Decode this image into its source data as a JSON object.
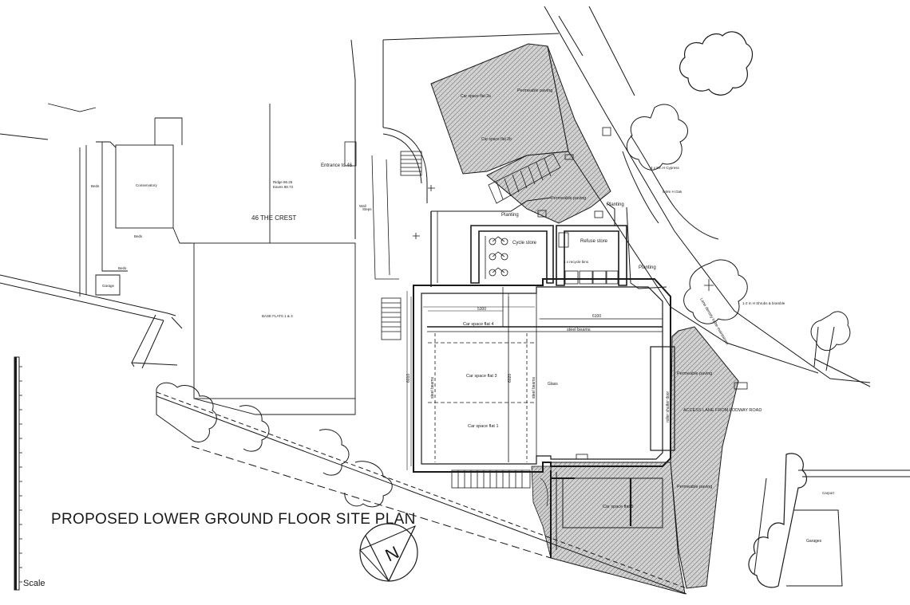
{
  "title": "PROPOSED LOWER GROUND FLOOR SITE PLAN",
  "scale_label": "Scale",
  "north_label": "N",
  "colors": {
    "line": "#1a1a1a",
    "hatch": "#9a9a9a",
    "bg": "#ffffff"
  },
  "labels": {
    "crest": "46 THE CREST",
    "ridge": "Ridge 86.26",
    "eaves": "Eaves 88.73",
    "entrance": "Entrance to 46",
    "conservatory": "Conservatory",
    "base_flats": "BASE FLATS 1 & 3",
    "cycle_store": "Cycle store",
    "refuse_store": "Refuse store",
    "refuse_bins": "4 x recycle bins",
    "planting_1": "Planting",
    "planting_2": "Planting",
    "planting_3": "Planting",
    "permeable_1": "Permeable paving",
    "permeable_2": "Permeable paving",
    "permeable_3": "Permeable paving",
    "permeable_4": "Permeable paving",
    "car_space_2a": "Car space flat 2a",
    "car_space_2b": "Car space flat 2b",
    "car_space_4": "Car space flat 4",
    "car_space_3": "Car space flat 3",
    "car_space_1": "Car space flat 1",
    "car_space_5": "Car space flat 5",
    "steel_beams_top": "steel beams",
    "steel_beams_left": "steel beams",
    "steel_beams_right": "steel beams",
    "glass": "Glass",
    "roller_shutter": "roller shutter door",
    "access_lane": "ACCESS LANE FROM LODWAY ROAD",
    "lane_remain": "Lane density to be maintained",
    "shrubs": "1-2 m H Shrubs & bramble",
    "trees_1": "4 x 8m H Cypress",
    "trees_2": "8-9m H Oak",
    "garages": "Garages",
    "dim_6100": "6100",
    "dim_6010": "6010",
    "dim_6020": "6020",
    "dim_5300": "5300",
    "wall": "Wall",
    "beds_1": "Beds",
    "beds_2": "Beds",
    "beds_3": "Beds",
    "carport": "Carport",
    "garage_sm": "Garage",
    "steps": "Steps"
  }
}
